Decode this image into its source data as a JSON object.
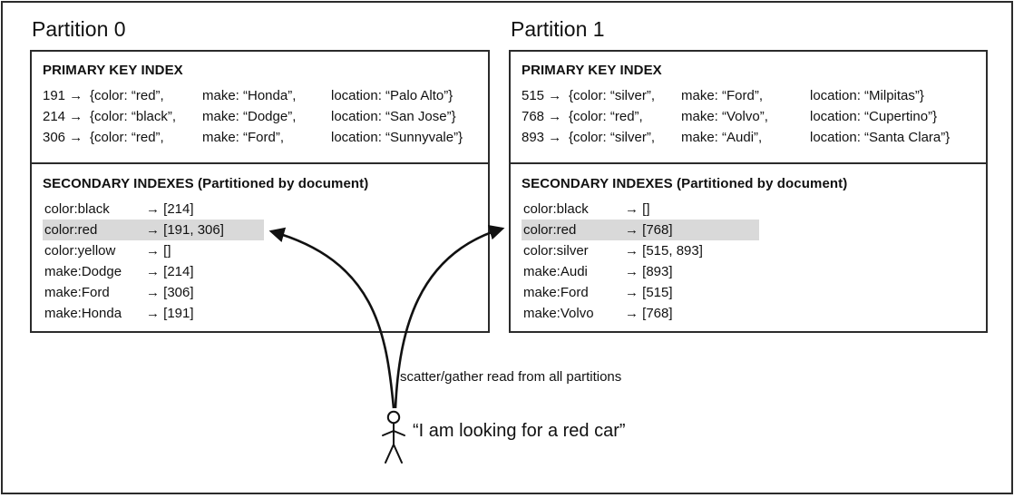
{
  "diagram": {
    "background": "#ffffff",
    "border_color": "#2b2b2b",
    "highlight_color": "#d9d9d9"
  },
  "partitions": [
    {
      "title": "Partition 0",
      "primary_index": {
        "heading": "PRIMARY KEY INDEX",
        "rows": [
          {
            "cells": [
              "191 →",
              "{color: “red”,",
              "make: “Honda”,",
              "location: “Palo Alto”}"
            ]
          },
          {
            "cells": [
              "214 →",
              "{color: “black”,",
              "make: “Dodge”,",
              "location: “San Jose”}"
            ]
          },
          {
            "cells": [
              "306 →",
              "{color: “red”,",
              "make: “Ford”,",
              "location: “Sunnyvale”}"
            ]
          }
        ]
      },
      "secondary_index": {
        "heading": "SECONDARY INDEXES (Partitioned by document)",
        "rows": [
          {
            "key": "color:black",
            "value": "→ [214]",
            "highlighted": false
          },
          {
            "key": "color:red",
            "value": "→ [191, 306]",
            "highlighted": true
          },
          {
            "key": "color:yellow",
            "value": "→ []",
            "highlighted": false
          },
          {
            "key": "make:Dodge",
            "value": "→ [214]",
            "highlighted": false
          },
          {
            "key": "make:Ford",
            "value": "→ [306]",
            "highlighted": false
          },
          {
            "key": "make:Honda",
            "value": "→ [191]",
            "highlighted": false
          }
        ]
      }
    },
    {
      "title": "Partition 1",
      "primary_index": {
        "heading": "PRIMARY KEY INDEX",
        "rows": [
          {
            "cells": [
              "515 →",
              "{color: “silver”,",
              "make: “Ford”,",
              "location: “Milpitas”}"
            ]
          },
          {
            "cells": [
              "768 →",
              "{color: “red”,",
              "make: “Volvo”,",
              "location: “Cupertino”}"
            ]
          },
          {
            "cells": [
              "893 →",
              "{color: “silver”,",
              "make: “Audi”,",
              "location: “Santa Clara”}"
            ]
          }
        ]
      },
      "secondary_index": {
        "heading": "SECONDARY INDEXES (Partitioned by document)",
        "rows": [
          {
            "key": "color:black",
            "value": "→ []",
            "highlighted": false
          },
          {
            "key": "color:red",
            "value": "→ [768]",
            "highlighted": true
          },
          {
            "key": "color:silver",
            "value": "→ [515, 893]",
            "highlighted": false
          },
          {
            "key": "make:Audi",
            "value": "→ [893]",
            "highlighted": false
          },
          {
            "key": "make:Ford",
            "value": "→ [515]",
            "highlighted": false
          },
          {
            "key": "make:Volvo",
            "value": "→ [768]",
            "highlighted": false
          }
        ]
      }
    }
  ],
  "annotations": {
    "scatter_label": "scatter/gather read from all partitions",
    "user_quote": "“I am looking for a red car”"
  }
}
